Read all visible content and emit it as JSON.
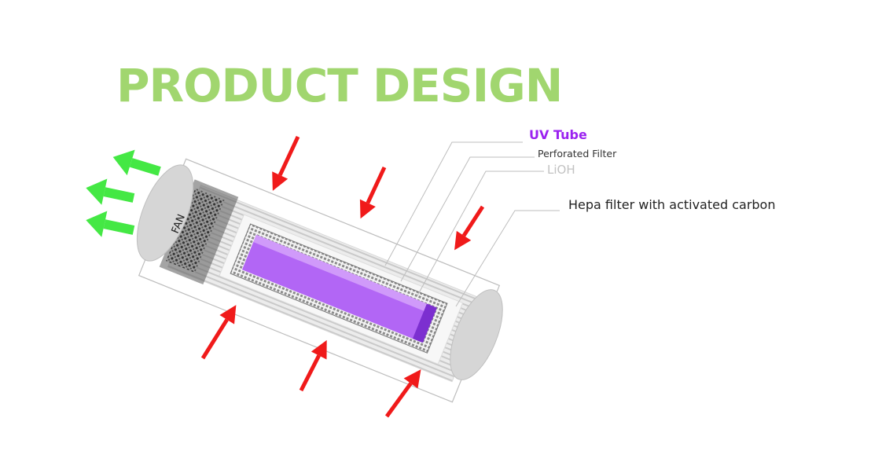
{
  "title": "PRODUCT DESIGN",
  "labels": {
    "uv_tube": "UV Tube",
    "perforated_filter": "Perforated Filter",
    "lioh": "LiOH",
    "hepa": "Hepa filter with activated carbon",
    "fan": "FAN"
  },
  "colors": {
    "title": "#a1d66f",
    "uv_tube": "#9b22f0",
    "uv_glow": "#b266f5",
    "intake_arrow": "#f01a1a",
    "exhaust_arrow": "#44e844",
    "end_cap": "#d6d6d6"
  }
}
